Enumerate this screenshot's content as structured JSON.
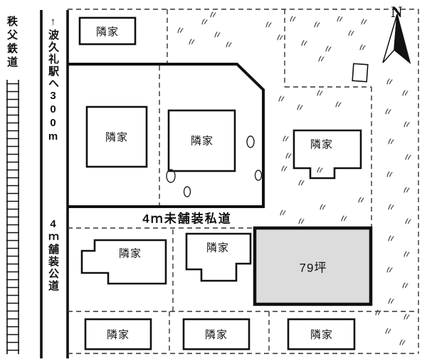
{
  "map": {
    "railway": {
      "label": "秩父鉄道"
    },
    "station_note": {
      "label": "↑波久礼駅へ300m"
    },
    "roads": {
      "public": {
        "label": "4ｍ舗装公道"
      },
      "private": {
        "label": "4ｍ未舗装私道"
      }
    },
    "plot": {
      "label": "79坪",
      "fill": "#dcdcdc",
      "border": "#111111"
    },
    "compass": {
      "label": "N"
    },
    "houses": [
      {
        "id": "top",
        "label": "隣家"
      },
      {
        "id": "inner-west",
        "label": "隣家"
      },
      {
        "id": "inner-east",
        "label": "隣家"
      },
      {
        "id": "east",
        "label": "隣家"
      },
      {
        "id": "mid-west",
        "label": "隣家"
      },
      {
        "id": "mid-center",
        "label": "隣家"
      },
      {
        "id": "bottom-west",
        "label": "隣家"
      },
      {
        "id": "bottom-center",
        "label": "隣家"
      },
      {
        "id": "bottom-east",
        "label": "隣家"
      }
    ]
  }
}
